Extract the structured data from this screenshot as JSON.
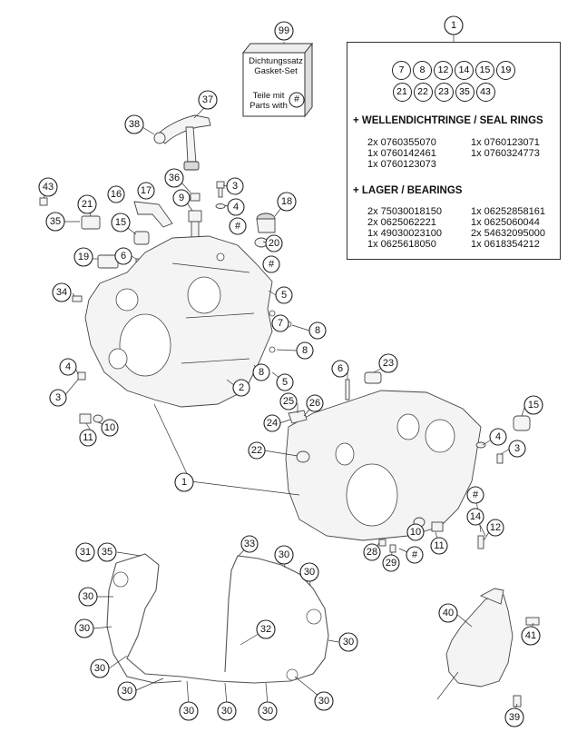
{
  "kit": {
    "callout": "99",
    "line1": "Dichtungssatz",
    "line2": "Gasket-Set",
    "line3": "Teile mit",
    "line4": "Parts with",
    "badge": "#"
  },
  "info_box": {
    "callout": "1",
    "circles_row1": [
      "7",
      "8",
      "12",
      "14",
      "15",
      "19"
    ],
    "circles_row2": [
      "21",
      "22",
      "23",
      "35",
      "43"
    ],
    "seal_title": "+ WELLENDICHTRINGE / SEAL RINGS",
    "seal_left": [
      "2x 0760355070",
      "1x 0760142461",
      "1x 0760123073"
    ],
    "seal_right": [
      "1x 0760123071",
      "1x 0760324773"
    ],
    "bearing_title": "+ LAGER / BEARINGS",
    "bearing_left": [
      "2x 75030018150",
      "2x 0625062221",
      "1x 49030023100",
      "1x 0625618050"
    ],
    "bearing_right": [
      "1x 06252858161",
      "1x 0625060044",
      "2x 54632095000",
      "1x 0618354212"
    ]
  },
  "callouts": {
    "c37": "37",
    "c38": "38",
    "c36": "36",
    "c9": "9",
    "c3a": "3",
    "c4a": "4",
    "c_hash_a": "#",
    "c18": "18",
    "c20": "20",
    "c_hash_b": "#",
    "c43": "43",
    "c21": "21",
    "c16": "16",
    "c17": "17",
    "c35a": "35",
    "c15a": "15",
    "c19": "19",
    "c6a": "6",
    "c34": "34",
    "c5a": "5",
    "c7": "7",
    "c8a": "8",
    "c8b": "8",
    "c8c": "8",
    "c5b": "5",
    "c2": "2",
    "c4b": "4",
    "c3b": "3",
    "c11a": "11",
    "c10a": "10",
    "c1a": "1",
    "c6b": "6",
    "c23": "23",
    "c25": "25",
    "c26": "26",
    "c24": "24",
    "c22": "22",
    "c15b": "15",
    "c4c": "4",
    "c3c": "3",
    "c_hash_c": "#",
    "c14": "14",
    "c12": "12",
    "c10b": "10",
    "c11b": "11",
    "c28": "28",
    "c29": "29",
    "c_hash_d": "#",
    "c31": "31",
    "c35b": "35",
    "c33": "33",
    "c30a": "30",
    "c30b": "30",
    "c30c": "30",
    "c30d": "30",
    "c30e": "30",
    "c30f": "30",
    "c30g": "30",
    "c30h": "30",
    "c30i": "30",
    "c30j": "30",
    "c30k": "30",
    "c32": "32",
    "c40": "40",
    "c41": "41",
    "c39": "39"
  }
}
